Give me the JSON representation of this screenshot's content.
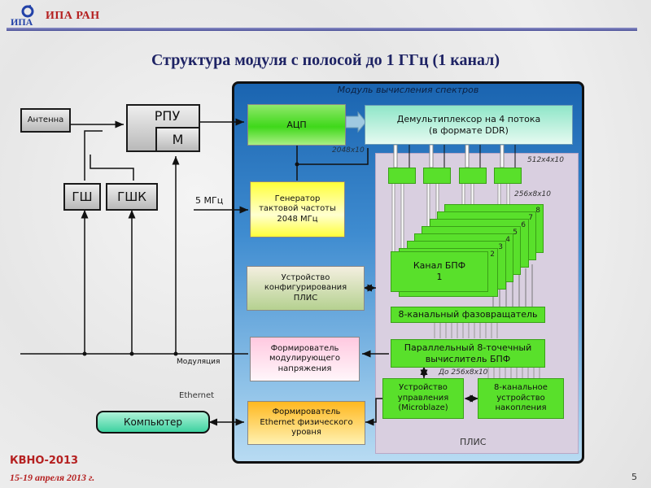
{
  "header": {
    "org_name": "ИПА РАН",
    "logo_text": "ИПА"
  },
  "slide": {
    "title": "Структура модуля с полосой до 1 ГГц (1 канал)",
    "page_number": "5"
  },
  "footer": {
    "conference": "КВНО-2013",
    "dates": "15-19  апреля  2013 г."
  },
  "diagram": {
    "external": {
      "antenna": "Антенна",
      "rpu": "РПУ",
      "mixer": "М",
      "gsh": "ГШ",
      "gshk": "ГШК",
      "computer": "Компьютер",
      "label_5mhz": "5 МГц",
      "label_modulation": "Модуляция",
      "label_ethernet": "Ethernet"
    },
    "module": {
      "title": "Модуль вычисления спектров",
      "adc": "АЦП",
      "demux_line1": "Демультиплексор на 4 потока",
      "demux_line2": "(в формате DDR)",
      "clock_gen_line1": "Генератор",
      "clock_gen_line2": "тактовой частоты",
      "clock_gen_line3": "2048 МГц",
      "config_line1": "Устройство",
      "config_line2": "конфигурирования",
      "config_line3": "ПЛИС",
      "modulator_line1": "Формирователь",
      "modulator_line2": "модулирующего",
      "modulator_line3": "напряжения",
      "eth_phy_line1": "Формирователь",
      "eth_phy_line2": "Ethernet физического",
      "eth_phy_line3": "уровня",
      "label_2048x10": "2048x10"
    },
    "fpga": {
      "title": "ПЛИС",
      "label_512x4x10": "512x4x10",
      "label_256x8x10": "256x8x10",
      "label_upto": "До 256x8x10",
      "fft_channel_line1": "Канал БПФ",
      "fft_channel_line2": "1",
      "fft_channel_numbers": [
        "2",
        "3",
        "4",
        "5",
        "6",
        "7",
        "8"
      ],
      "phase_rotator": "8-канальный фазовращатель",
      "fft_calc_line1": "Параллельный 8-точечный",
      "fft_calc_line2": "вычислитель БПФ",
      "control_line1": "Устройство",
      "control_line2": "управления",
      "control_line3": "(Microblaze)",
      "accum_line1": "8-канальное",
      "accum_line2": "устройство",
      "accum_line3": "накопления"
    },
    "colors": {
      "adc": "#3fd81a",
      "clock_gen": "#ffff00",
      "config": "#d6dcb0",
      "modulator": "#ffd3e6",
      "eth_phy": "#ffc83a",
      "computer": "#5fe0b0",
      "fpga_green": "#59e02b"
    }
  }
}
